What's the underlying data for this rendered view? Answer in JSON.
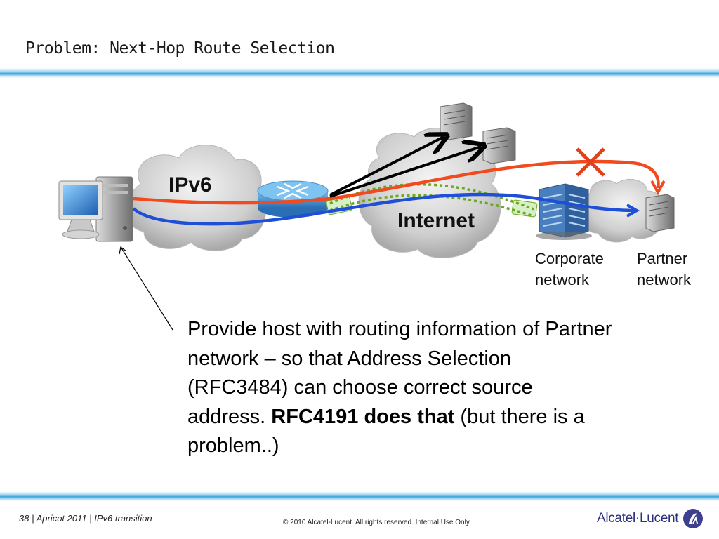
{
  "title": "Problem: Next-Hop Route Selection",
  "diagram": {
    "cloud_left_label": "IPv6",
    "cloud_center_label": "Internet",
    "corporate_caption_line1": "Corporate",
    "corporate_caption_line2": "network",
    "partner_caption_line1": "Partner",
    "partner_caption_line2": "network",
    "colors": {
      "red_path": "#f04a1e",
      "blue_path": "#1f4fd6",
      "green_tunnel": "#6aa820",
      "black_arrows": "#000000",
      "cross": "#e0401a"
    }
  },
  "body": {
    "text_plain": "Provide host with routing information of Partner network – so that Address Selection (RFC3484) can choose correct source address.  ",
    "text_bold": "RFC4191 does that",
    "text_tail": " (but there is a problem..)"
  },
  "footer": {
    "left": "38 | Apricot 2011 | IPv6 transition",
    "center": "© 2010 Alcatel-Lucent. All rights reserved. Internal Use Only",
    "logo_text": "Alcatel·Lucent"
  }
}
